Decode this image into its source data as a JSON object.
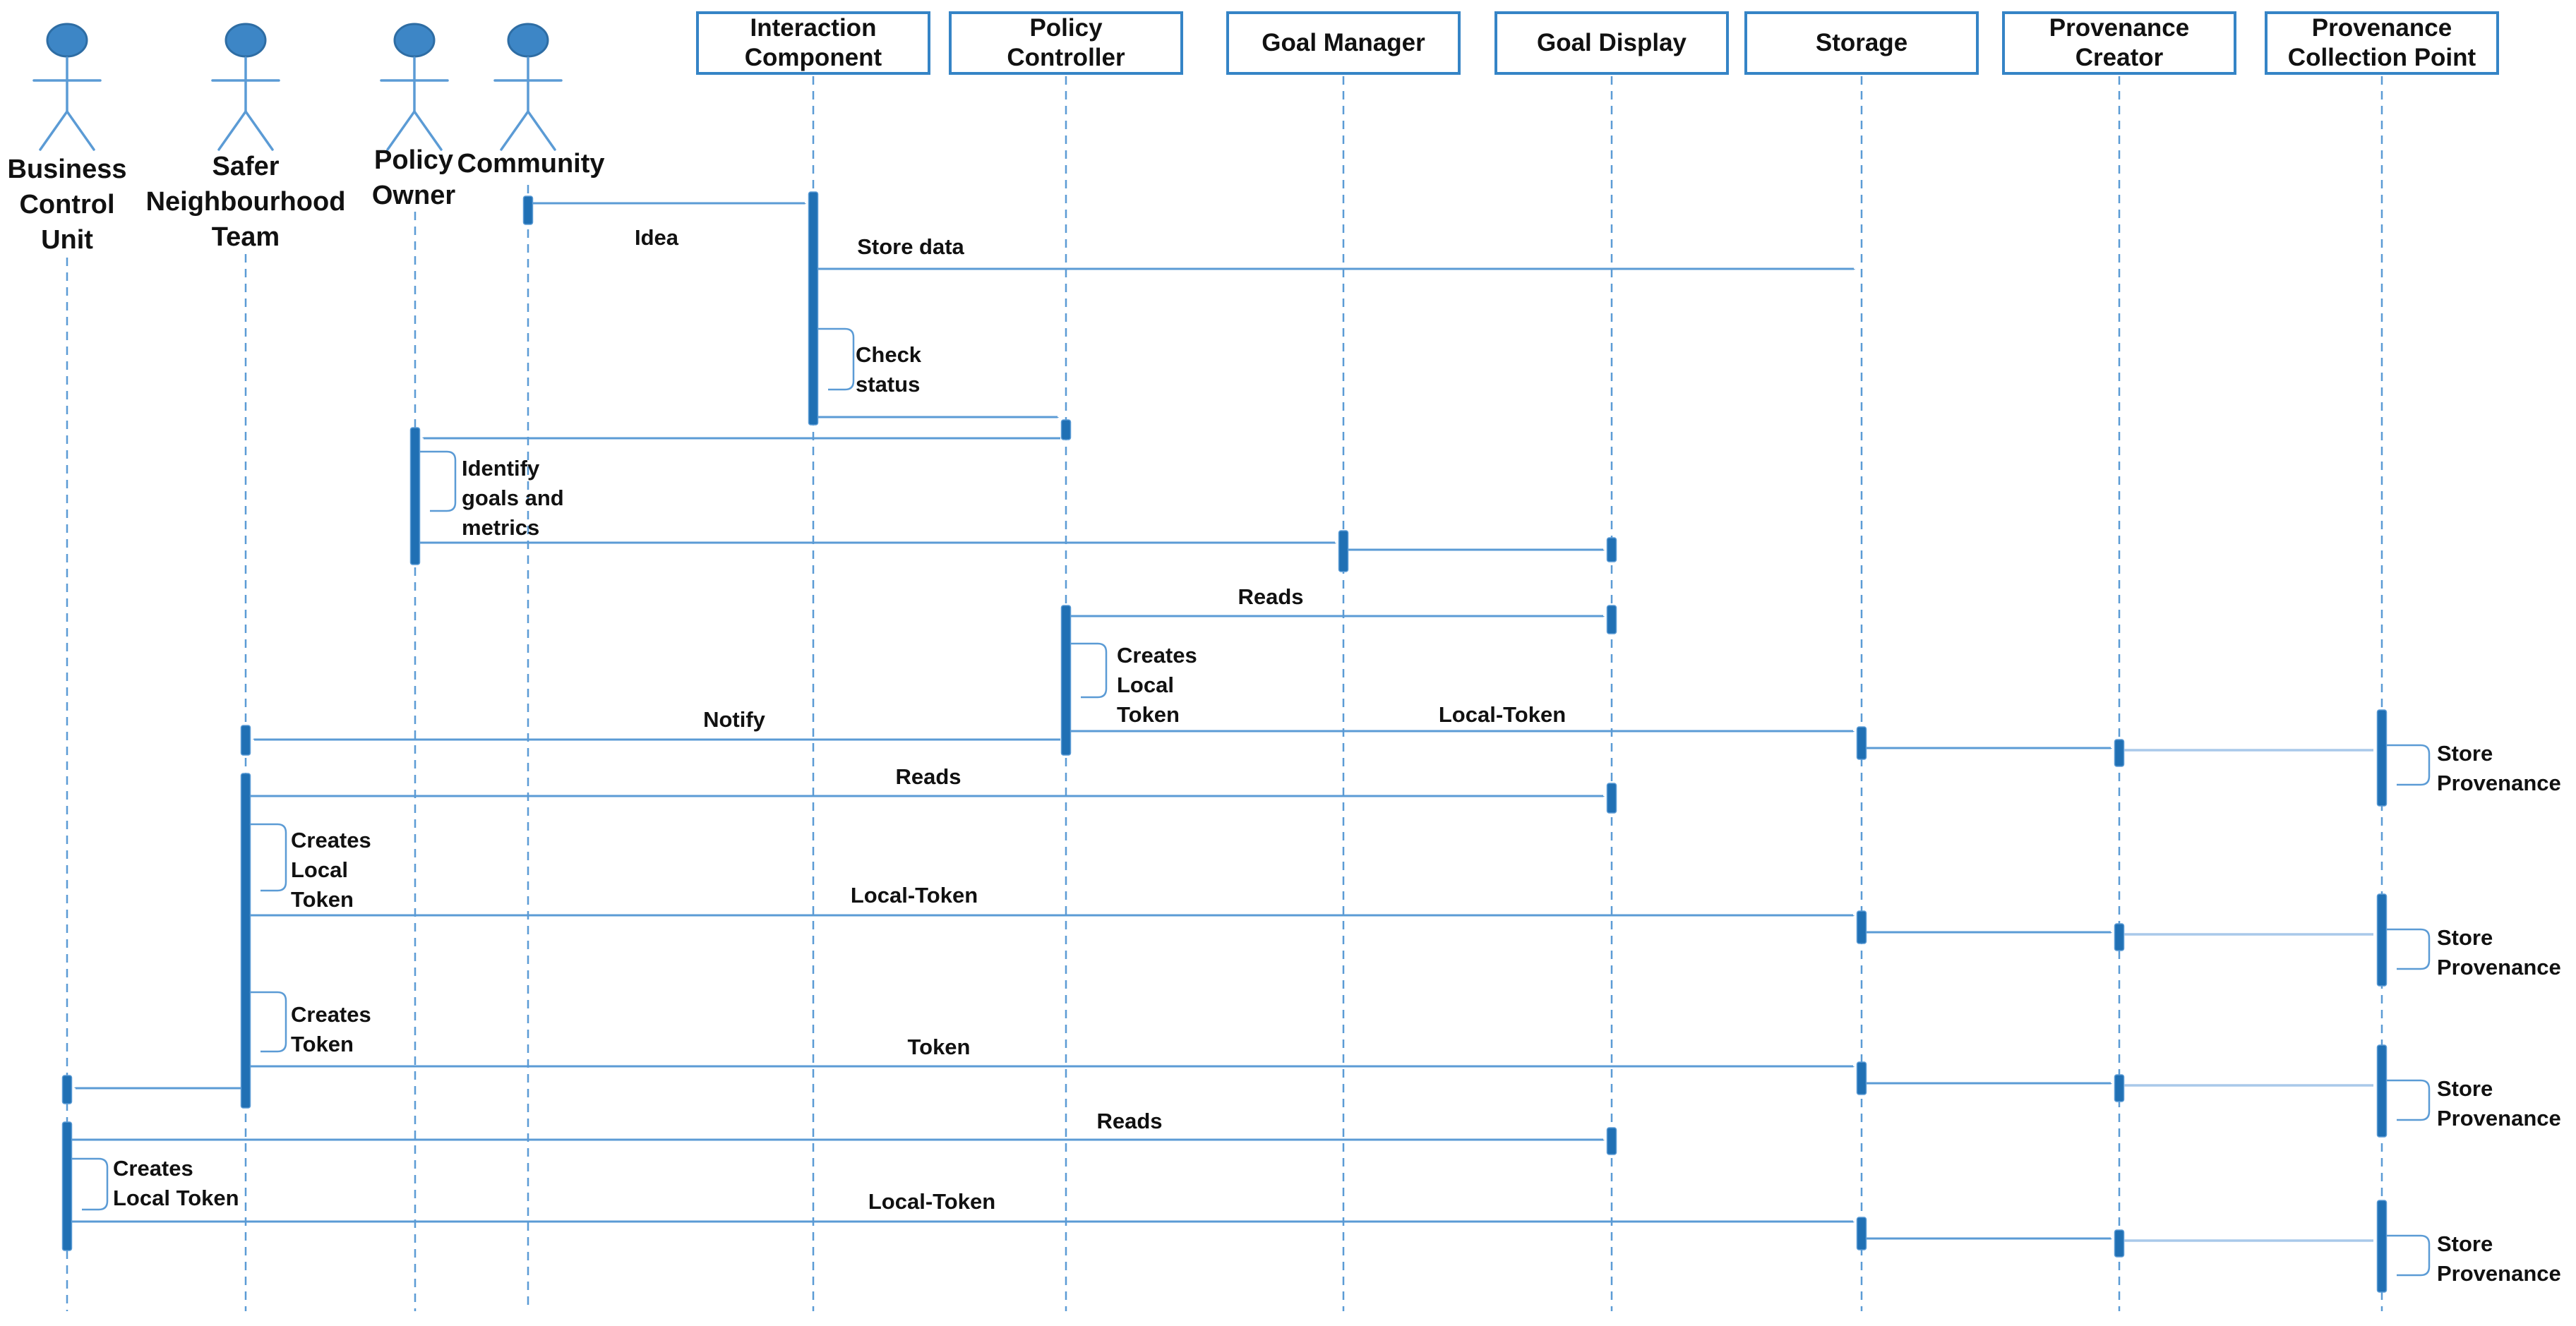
{
  "diagram_type": "uml-sequence-diagram",
  "colors": {
    "mid": "#5B9BD5",
    "pale": "#A9C9EA",
    "dark": "#2E75B6",
    "bar-fill": "#2070B4",
    "bar-stroke": "#5B9BD5",
    "head-fill": "#3D86C6",
    "head-stroke": "#2E6DA4",
    "box-border": "#3584C6",
    "ink": "#111111",
    "bg": "#FFFFFF"
  },
  "actors": [
    {
      "name": "Business Control Unit",
      "lines": [
        "Business",
        "Control",
        "Unit"
      ]
    },
    {
      "name": "Safer Neighbourhood Team",
      "lines": [
        "Safer",
        "Neighbourhood",
        "Team"
      ]
    },
    {
      "name": "Policy Owner",
      "lines": [
        "Policy",
        "Owner"
      ]
    },
    {
      "name": "Community",
      "lines": [
        "Community"
      ]
    }
  ],
  "components": [
    {
      "name": "Interaction Component",
      "lines": [
        "Interaction",
        "Component"
      ]
    },
    {
      "name": "Policy Controller",
      "lines": [
        "Policy",
        "Controller"
      ]
    },
    {
      "name": "Goal Manager",
      "lines": [
        "Goal Manager"
      ]
    },
    {
      "name": "Goal Display",
      "lines": [
        "Goal Display"
      ]
    },
    {
      "name": "Storage",
      "lines": [
        "Storage"
      ]
    },
    {
      "name": "Provenance Creator",
      "lines": [
        "Provenance",
        "Creator"
      ]
    },
    {
      "name": "Provenance Collection Point",
      "lines": [
        "Provenance",
        "Collection Point"
      ]
    }
  ],
  "labels": {
    "idea": "Idea",
    "store_data": "Store data",
    "check_status": [
      "Check",
      "status"
    ],
    "identify": [
      "Identify",
      "goals and",
      "metrics"
    ],
    "reads": "Reads",
    "creates_local_token3": [
      "Creates",
      "Local",
      "Token"
    ],
    "creates_local_token2": [
      "Creates",
      "Local Token"
    ],
    "creates_token": [
      "Creates",
      "Token"
    ],
    "local_token": "Local-Token",
    "notify": "Notify",
    "token": "Token",
    "store_provenance": [
      "Store",
      "Provenance"
    ]
  },
  "sequence": [
    {
      "from": "Community",
      "to": "Interaction Component",
      "label": "Idea"
    },
    {
      "from": "Interaction Component",
      "to": "Storage",
      "label": "Store data"
    },
    {
      "self": "Interaction Component",
      "label": "Check status"
    },
    {
      "from": "Interaction Component",
      "to": "Policy Controller",
      "label": ""
    },
    {
      "from": "Policy Controller",
      "to": "Policy Owner",
      "label": ""
    },
    {
      "self": "Policy Owner",
      "label": "Identify goals and metrics"
    },
    {
      "from": "Policy Owner",
      "to": "Goal Manager",
      "label": ""
    },
    {
      "from": "Goal Manager",
      "to": "Goal Display",
      "label": ""
    },
    {
      "from": "Policy Controller",
      "to": "Goal Display",
      "label": "Reads"
    },
    {
      "self": "Policy Controller",
      "label": "Creates Local Token"
    },
    {
      "from": "Policy Controller",
      "to": "Storage",
      "label": "Local-Token"
    },
    {
      "from": "Storage",
      "to": "Provenance Creator",
      "label": ""
    },
    {
      "from": "Provenance Creator",
      "to": "Provenance Collection Point",
      "label": ""
    },
    {
      "self": "Provenance Collection Point",
      "label": "Store Provenance"
    },
    {
      "from": "Policy Controller",
      "to": "Safer Neighbourhood Team",
      "label": "Notify"
    },
    {
      "from": "Safer Neighbourhood Team",
      "to": "Goal Display",
      "label": "Reads"
    },
    {
      "self": "Safer Neighbourhood Team",
      "label": "Creates Local Token"
    },
    {
      "from": "Safer Neighbourhood Team",
      "to": "Storage",
      "label": "Local-Token"
    },
    {
      "from": "Storage",
      "to": "Provenance Creator",
      "label": ""
    },
    {
      "from": "Provenance Creator",
      "to": "Provenance Collection Point",
      "label": ""
    },
    {
      "self": "Provenance Collection Point",
      "label": "Store Provenance"
    },
    {
      "self": "Safer Neighbourhood Team",
      "label": "Creates Token"
    },
    {
      "from": "Safer Neighbourhood Team",
      "to": "Storage",
      "label": "Token"
    },
    {
      "from": "Storage",
      "to": "Provenance Creator",
      "label": ""
    },
    {
      "from": "Provenance Creator",
      "to": "Provenance Collection Point",
      "label": ""
    },
    {
      "self": "Provenance Collection Point",
      "label": "Store Provenance"
    },
    {
      "from": "Safer Neighbourhood Team",
      "to": "Business Control Unit",
      "label": ""
    },
    {
      "from": "Business Control Unit",
      "to": "Goal Display",
      "label": "Reads"
    },
    {
      "self": "Business Control Unit",
      "label": "Creates Local Token"
    },
    {
      "from": "Business Control Unit",
      "to": "Storage",
      "label": "Local-Token"
    },
    {
      "from": "Storage",
      "to": "Provenance Creator",
      "label": ""
    },
    {
      "from": "Provenance Creator",
      "to": "Provenance Collection Point",
      "label": ""
    },
    {
      "self": "Provenance Collection Point",
      "label": "Store Provenance"
    }
  ]
}
